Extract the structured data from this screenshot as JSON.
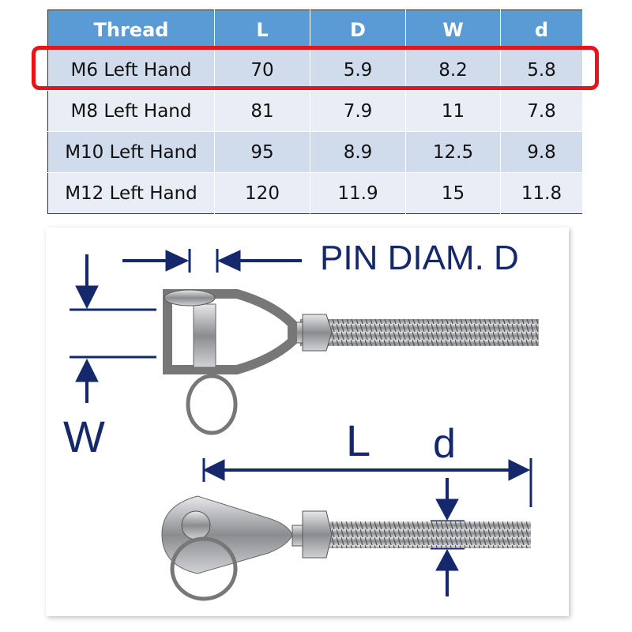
{
  "table": {
    "headers": [
      "Thread",
      "L",
      "D",
      "W",
      "d"
    ],
    "rows": [
      [
        "M6 Left Hand",
        "70",
        "5.9",
        "8.2",
        "5.8"
      ],
      [
        "M8 Left Hand",
        "81",
        "7.9",
        "11",
        "7.8"
      ],
      [
        "M10 Left Hand",
        "95",
        "8.9",
        "12.5",
        "9.8"
      ],
      [
        "M12 Left Hand",
        "120",
        "11.9",
        "15",
        "11.8"
      ]
    ],
    "highlight_color": "#e8141b"
  },
  "diagram": {
    "pin_label": "PIN DIAM. D",
    "w_label": "W",
    "l_label": "L",
    "d_label": "d",
    "line_color": "#14286b"
  }
}
